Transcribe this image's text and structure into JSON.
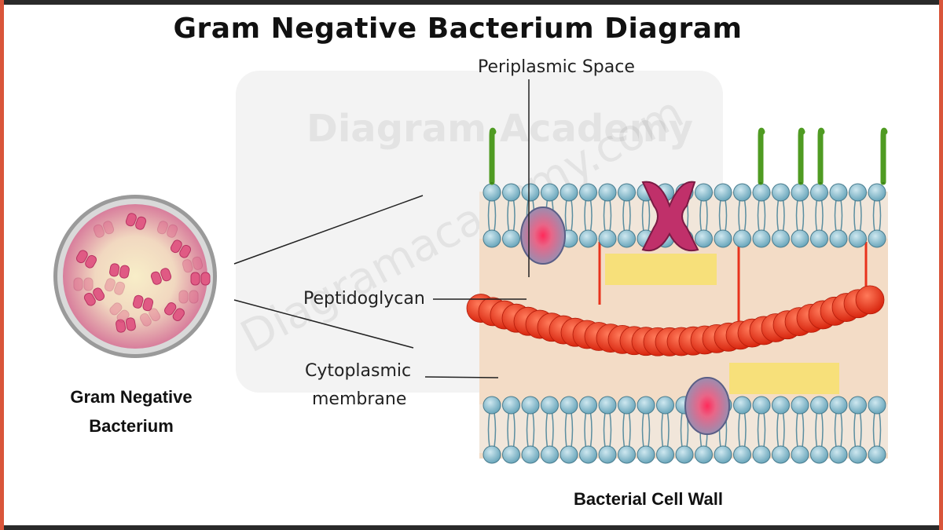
{
  "title": "Gram Negative Bacterium Diagram",
  "watermark": {
    "brand": "Diagram Academy",
    "url": "Diagramacademy.com"
  },
  "captions": {
    "bacterium_line1": "Gram Negative",
    "bacterium_line2": "Bacterium",
    "cell_wall": "Bacterial Cell Wall"
  },
  "labels": {
    "periplasmic_space": "Periplasmic Space",
    "peptidoglycan": "Peptidoglycan",
    "cytoplasmic_line1": "Cytoplasmic",
    "cytoplasmic_line2": "membrane"
  },
  "colors": {
    "frame_dark": "#2a2a2a",
    "frame_accent": "#d9553a",
    "phospholipid_head": "#7fb6c8",
    "periplasm": "#f3dcc6",
    "peptidoglycan": "#e8321c",
    "lipopolysaccharide": "#5aa528",
    "porin": "#c0306a",
    "protein": "#8a8fb5",
    "lipoprotein_box": "#f7e07a",
    "bacterium_rim": "#bfbfbf",
    "bacterium_fill": "#e7b4c4"
  }
}
